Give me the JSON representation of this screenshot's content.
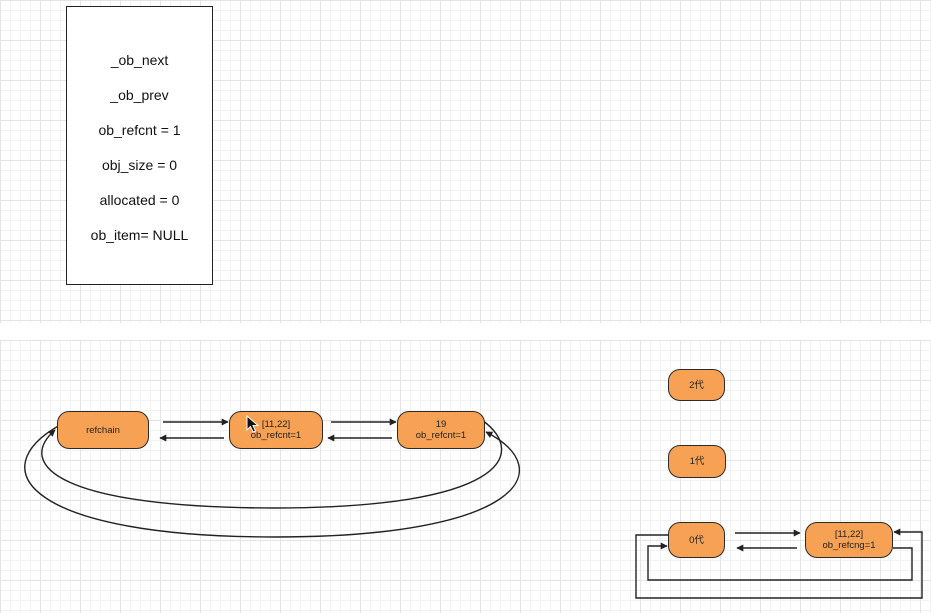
{
  "struct_box": {
    "fields": [
      "_ob_next",
      "_ob_prev",
      "ob_refcnt = 1",
      "obj_size = 0",
      "allocated = 0",
      "ob_item= NULL"
    ]
  },
  "refchain": {
    "head": {
      "label": "refchain"
    },
    "list_node": {
      "line1": "[11,22]",
      "line2": "ob_refcnt=1"
    },
    "int_node": {
      "line1": "19",
      "line2": "ob_refcnt=1"
    }
  },
  "generations": {
    "gen2": {
      "label": "2代"
    },
    "gen1": {
      "label": "1代"
    },
    "gen0": {
      "label": "0代"
    },
    "gen0_item": {
      "line1": "[11,22]",
      "line2": "ob_refcng=1"
    }
  },
  "colors": {
    "node_fill": "#f7a155",
    "node_border": "#2a2a2a",
    "edge": "#222222",
    "grid_major": "#e4e4e4",
    "grid_minor": "#f2f2f2"
  },
  "icons": {
    "cursor": "mouse-pointer-icon"
  }
}
